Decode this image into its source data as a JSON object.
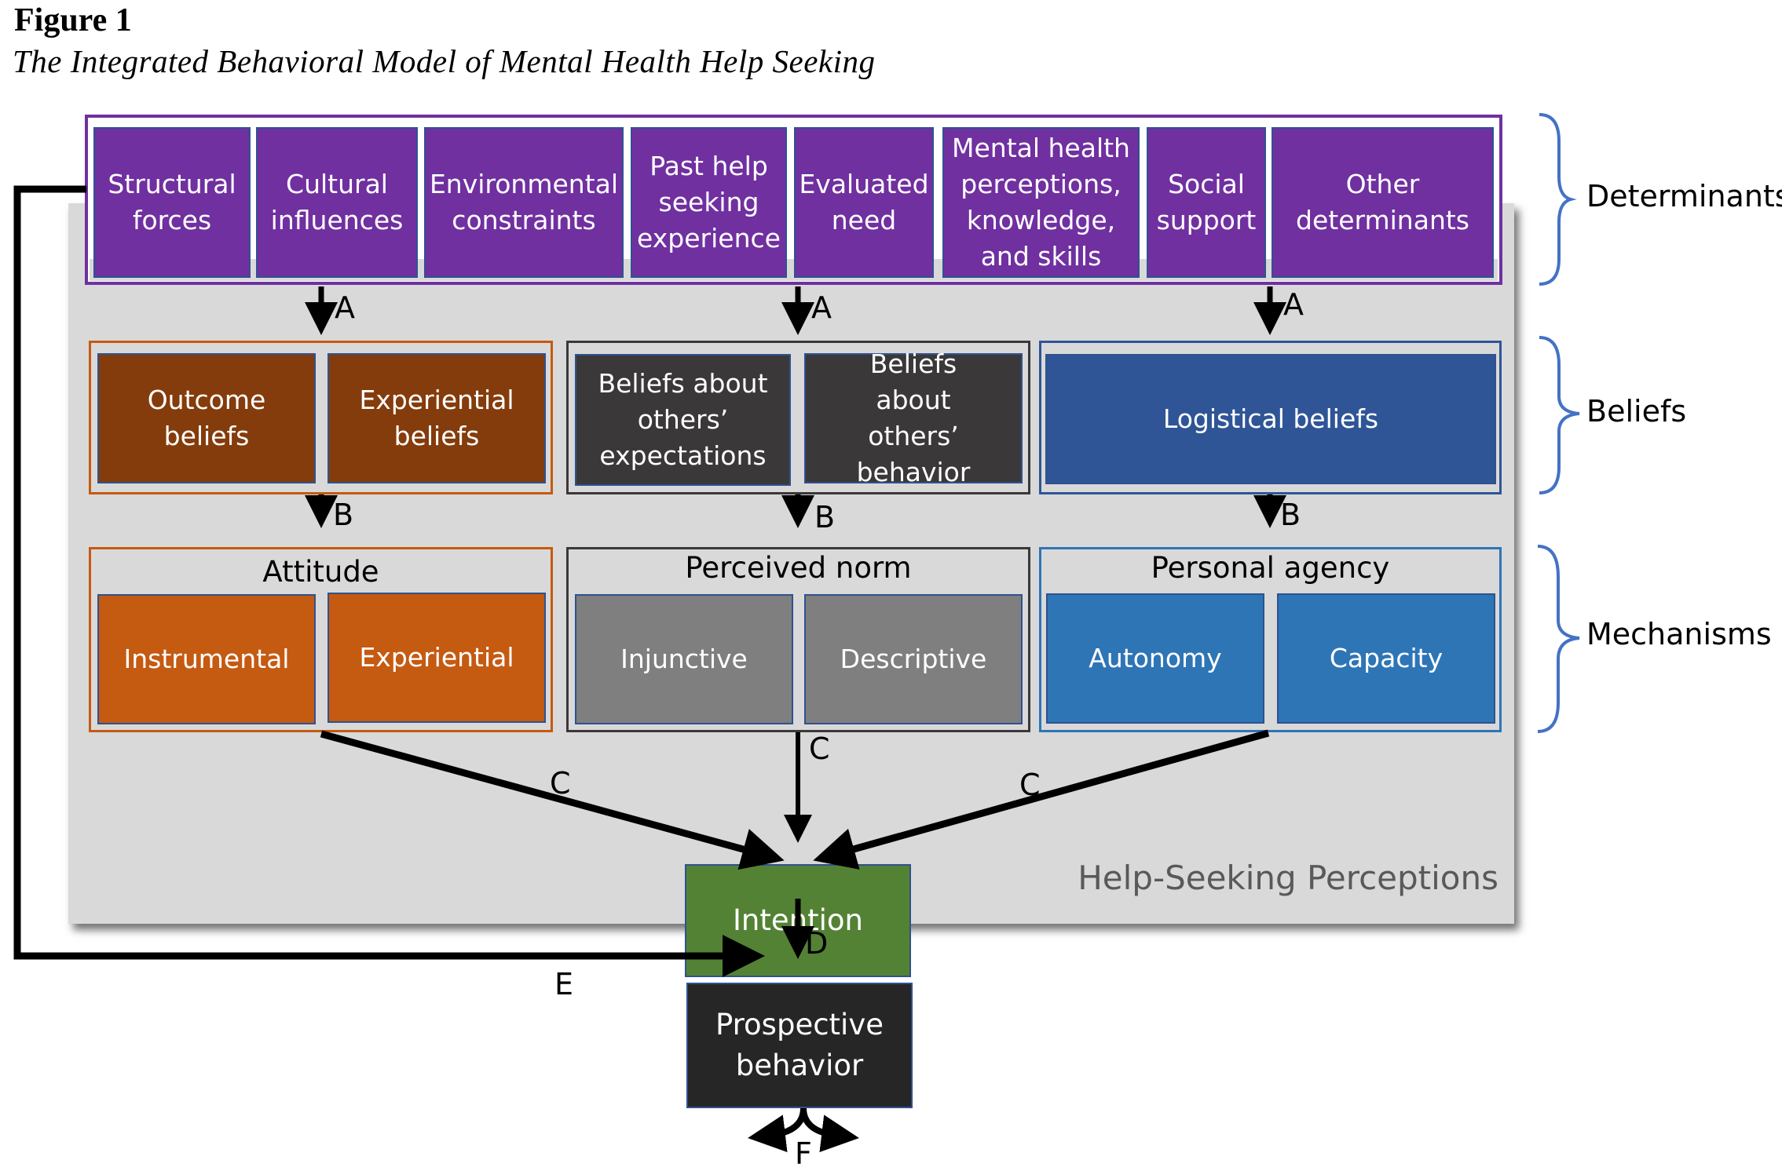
{
  "figure": {
    "label": "Figure 1",
    "title": "The Integrated Behavioral Model of Mental Health Help Seeking"
  },
  "panel_label": "Help-Seeking Perceptions",
  "side_labels": {
    "determinants": "Determinants",
    "beliefs": "Beliefs",
    "mechanisms": "Mechanisms"
  },
  "determinants": [
    "Structural forces",
    "Cultural influences",
    "Environmental constraints",
    "Past help seeking experience",
    "Evaluated need",
    "Mental health perceptions, knowledge, and skills",
    "Social support",
    "Other determinants"
  ],
  "beliefs": {
    "attitude_group": [
      "Outcome beliefs",
      "Experiential beliefs"
    ],
    "norm_group": [
      "Beliefs about others’ expectations",
      "Beliefs about others’ behavior"
    ],
    "agency_group": [
      "Logistical beliefs"
    ]
  },
  "mechanisms": {
    "attitude": {
      "title": "Attitude",
      "items": [
        "Instrumental",
        "Experiential"
      ]
    },
    "norm": {
      "title": "Perceived norm",
      "items": [
        "Injunctive",
        "Descriptive"
      ]
    },
    "agency": {
      "title": "Personal agency",
      "items": [
        "Autonomy",
        "Capacity"
      ]
    }
  },
  "intention": "Intention",
  "behavior": "Prospective behavior",
  "paths": {
    "a": "A",
    "b": "B",
    "c": "C",
    "d": "D",
    "e": "E",
    "f": "F"
  },
  "colors": {
    "determinant": "#7030a0",
    "attitude_beliefs": "#843c0c",
    "norm_beliefs": "#3a3838",
    "agency_beliefs": "#2f5597",
    "attitude_mech": "#c55a11",
    "norm_mech": "#7f7f7f",
    "agency_mech": "#2e75b6",
    "intention": "#548235",
    "behavior": "#262626",
    "brace": "#4472c4"
  }
}
